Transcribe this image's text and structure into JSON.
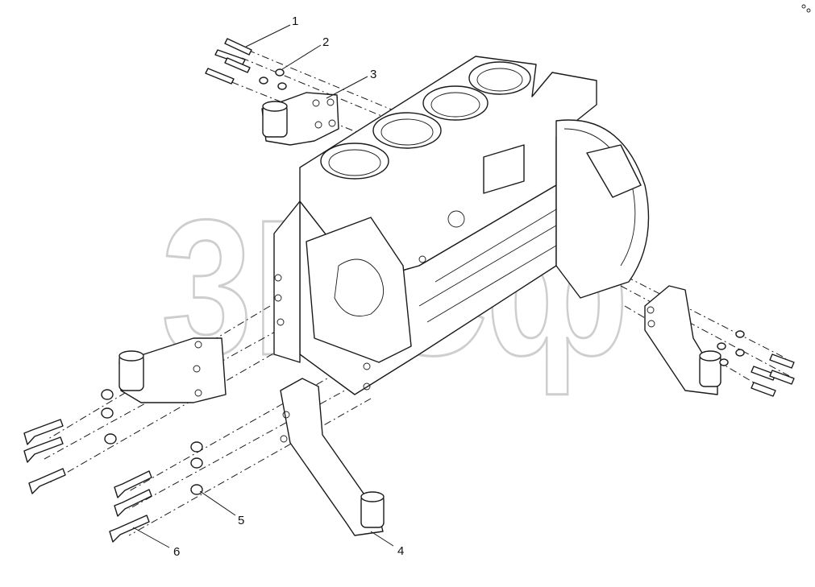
{
  "diagram": {
    "callouts": [
      {
        "id": "1",
        "label": "1"
      },
      {
        "id": "2",
        "label": "2"
      },
      {
        "id": "3",
        "label": "3"
      },
      {
        "id": "4",
        "label": "4"
      },
      {
        "id": "5",
        "label": "5"
      },
      {
        "id": "6",
        "label": "6"
      }
    ],
    "watermark": "3ПСф"
  },
  "colors": {
    "line": "#1a1a1a",
    "watermark": "#c9c9c9",
    "background": "#ffffff"
  }
}
